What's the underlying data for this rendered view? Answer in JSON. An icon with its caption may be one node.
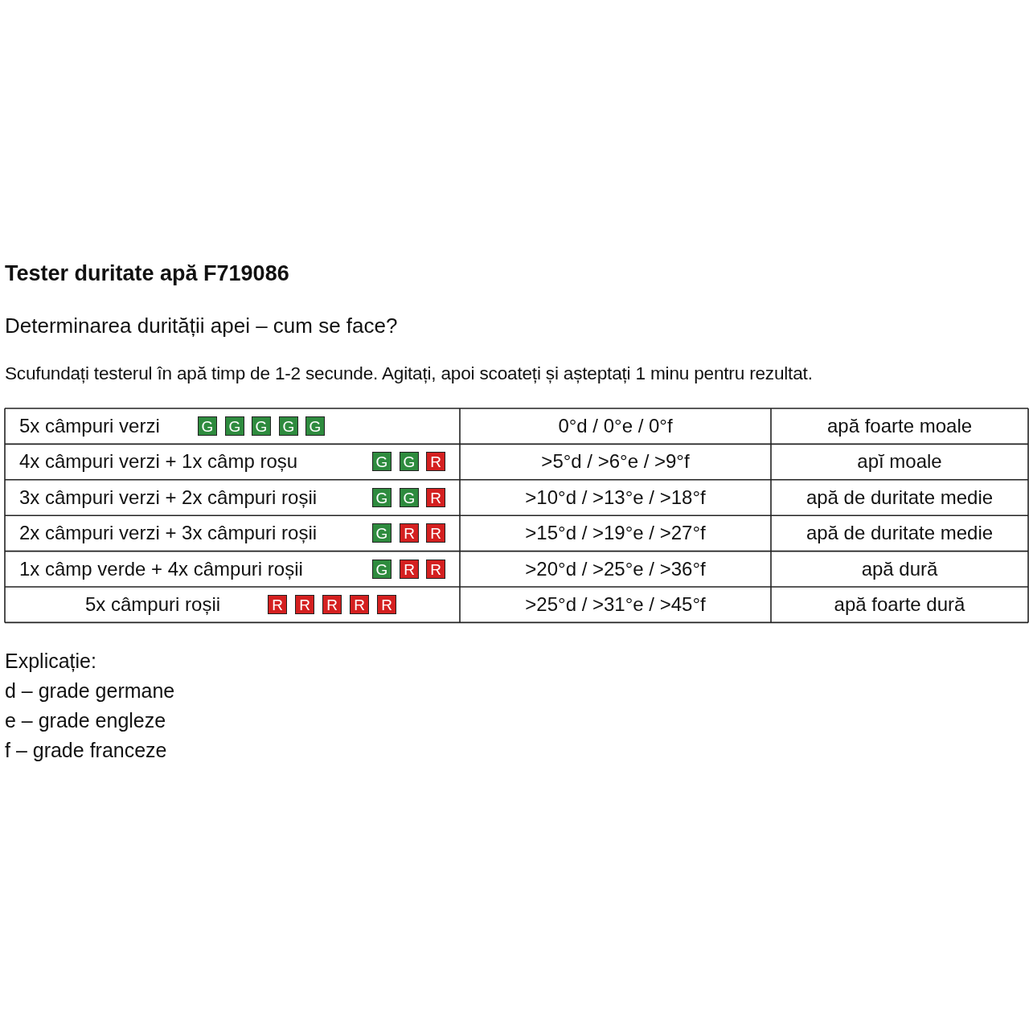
{
  "diagram": {
    "title": "Tester duritate apă F719086",
    "labels": [
      "Determinarea durității apei – cum se face?",
      "Scufundați testerul în apă timp de 1-2 secunde. Agitați, apoi scoateți și așteptați 1 minu pentru rezultat.",
      "5x câmpuri verzi",
      "G",
      "G",
      "G",
      "G",
      "G",
      "0°d / 0°e / 0°f",
      "apă foarte moale",
      "4x câmpuri verzi + 1x câmp roșu",
      "G",
      "G",
      "R",
      ">5°d / >6°e / >9°f",
      "apĭ moale",
      "3x câmpuri verzi + 2x câmpuri roșii",
      "G",
      "G",
      "R",
      ">10°d / >13°e / >18°f",
      "apă de duritate medie",
      "2x câmpuri verzi + 3x câmpuri roșii",
      "G",
      "R",
      "R",
      ">15°d / >19°e / >27°f",
      "apă de duritate medie",
      "1x câmp verde + 4x câmpuri roșii",
      "G",
      "R",
      "R",
      ">20°d / >25°e / >36°f",
      "apă dură",
      "5x câmpuri roșii",
      "R",
      "R",
      "R",
      "R",
      "R",
      ">25°d / >31°e / >45°f",
      "apă foarte dură",
      "Explicație:",
      "d – grade germane",
      "e – grade engleze",
      "f – grade franceze"
    ]
  }
}
